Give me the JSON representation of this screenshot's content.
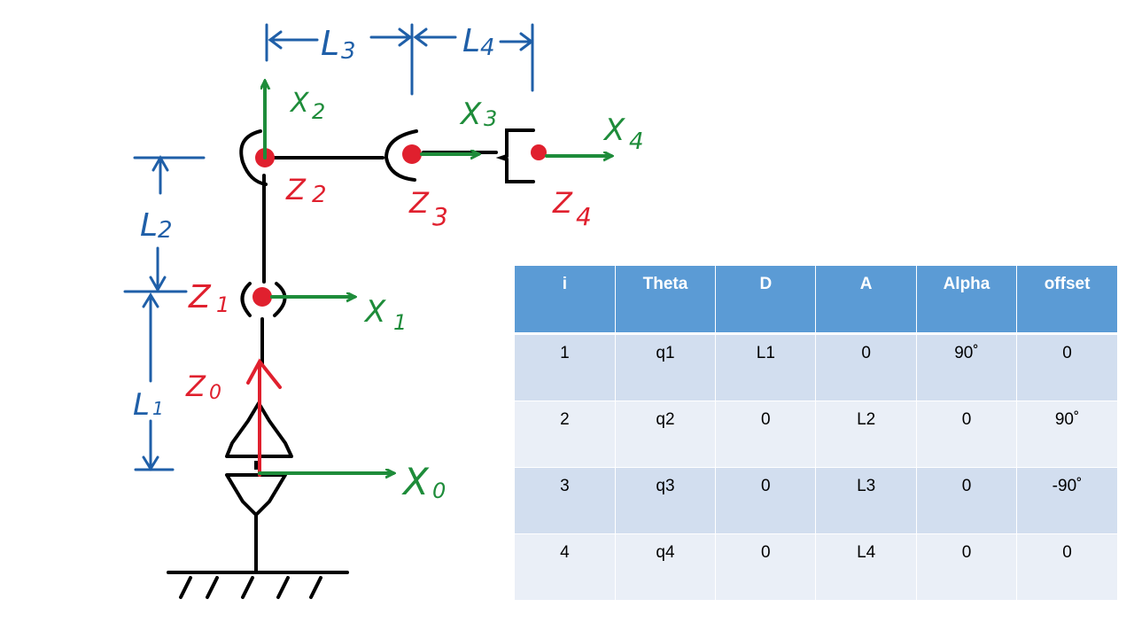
{
  "labels": {
    "x0": "X",
    "x0_sub": "0",
    "x1": "X",
    "x1_sub": "1",
    "x2": "X",
    "x2_sub": "2",
    "x3": "X",
    "x3_sub": "3",
    "x4": "X",
    "x4_sub": "4",
    "z0": "Z",
    "z0_sub": "0",
    "z1": "Z",
    "z1_sub": "1",
    "z2": "Z",
    "z2_sub": "2",
    "z3": "Z",
    "z3_sub": "3",
    "z4": "Z",
    "z4_sub": "4",
    "L1": "L",
    "L1_sub": "1",
    "L2": "L",
    "L2_sub": "2",
    "L3": "L",
    "L3_sub": "3",
    "L4": "L",
    "L4_sub": "4"
  },
  "colors": {
    "link": "#000000",
    "x_axis": "#1e8c3a",
    "z_axis": "#e0202e",
    "dimension": "#1f5fa8",
    "header_bg": "#5b9bd5",
    "row_odd": "#d2deef",
    "row_even": "#eaeff7"
  },
  "table": {
    "headers": [
      "i",
      "Theta",
      "D",
      "A",
      "Alpha",
      "offset"
    ],
    "rows": [
      [
        "1",
        "q1",
        "L1",
        "0",
        "90˚",
        "0"
      ],
      [
        "2",
        "q2",
        "0",
        "L2",
        "0",
        "90˚"
      ],
      [
        "3",
        "q3",
        "0",
        "L3",
        "0",
        "-90˚"
      ],
      [
        "4",
        "q4",
        "0",
        "L4",
        "0",
        "0"
      ]
    ]
  }
}
